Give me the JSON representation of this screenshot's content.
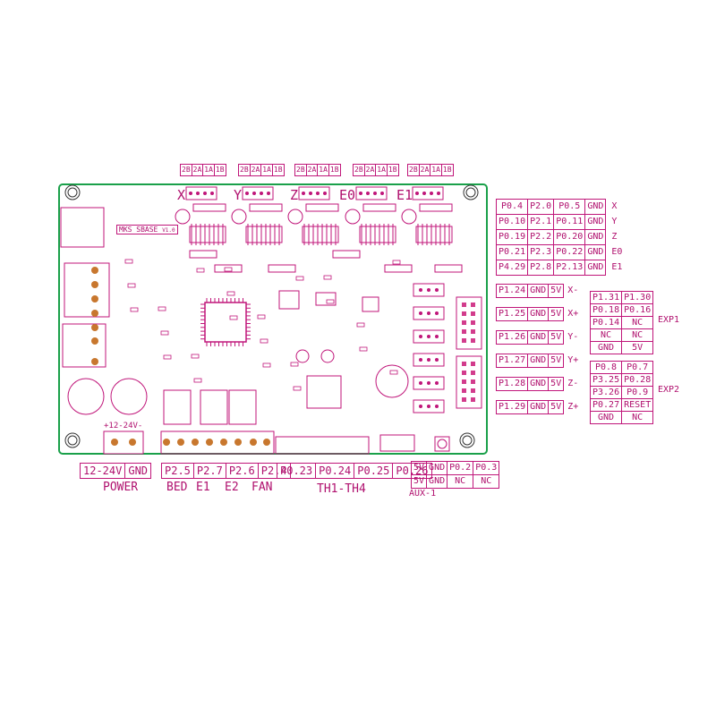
{
  "board": {
    "name": "MKS SBASE",
    "version": "V1.0",
    "colors": {
      "board_outline": "#1aa04a",
      "ink": "#c0167a",
      "chip": "#d23c8c",
      "hole": "#333333"
    }
  },
  "motor_top_labels": [
    "2B",
    "2A",
    "1A",
    "1B"
  ],
  "axes": [
    "X",
    "Y",
    "Z",
    "E0",
    "E1"
  ],
  "motor_pin_table": [
    [
      "P0.4",
      "P2.0",
      "P0.5",
      "GND",
      "X"
    ],
    [
      "P0.10",
      "P2.1",
      "P0.11",
      "GND",
      "Y"
    ],
    [
      "P0.19",
      "P2.2",
      "P0.20",
      "GND",
      "Z"
    ],
    [
      "P0.21",
      "P2.3",
      "P0.22",
      "GND",
      "E0"
    ],
    [
      "P4.29",
      "P2.8",
      "P2.13",
      "GND",
      "E1"
    ]
  ],
  "endstops": [
    [
      "P1.24",
      "GND",
      "5V",
      "X-"
    ],
    [
      "P1.25",
      "GND",
      "5V",
      "X+"
    ],
    [
      "P1.26",
      "GND",
      "5V",
      "Y-"
    ],
    [
      "P1.27",
      "GND",
      "5V",
      "Y+"
    ],
    [
      "P1.28",
      "GND",
      "5V",
      "Z-"
    ],
    [
      "P1.29",
      "GND",
      "5V",
      "Z+"
    ]
  ],
  "exp1": {
    "label": "EXP1",
    "rows": [
      [
        "P1.31",
        "P1.30"
      ],
      [
        "P0.18",
        "P0.16"
      ],
      [
        "P0.14",
        "NC"
      ],
      [
        "NC",
        "NC"
      ],
      [
        "GND",
        "5V"
      ]
    ]
  },
  "exp2": {
    "label": "EXP2",
    "rows": [
      [
        "P0.8",
        "P0.7"
      ],
      [
        "P3.25",
        "P0.28"
      ],
      [
        "P3.26",
        "P0.9"
      ],
      [
        "P0.27",
        "RESET"
      ],
      [
        "GND",
        "NC"
      ]
    ]
  },
  "power": {
    "cells": [
      "12-24V",
      "GND"
    ],
    "label": "POWER",
    "silk": "+12-24V-"
  },
  "outputs": {
    "cells": [
      "P2.5",
      "P2.7",
      "P2.6",
      "P2.4"
    ],
    "labels": [
      "BED",
      "E1",
      "E2",
      "FAN"
    ]
  },
  "thermistors": {
    "cells": [
      "P0.23",
      "P0.24",
      "P0.25",
      "P0.26"
    ],
    "label": "TH1-TH4"
  },
  "aux": {
    "rows": [
      [
        "5V",
        "GND",
        "P0.2",
        "P0.3"
      ],
      [
        "5V",
        "GND",
        "NC",
        "NC"
      ]
    ],
    "label": "AUX-1"
  }
}
